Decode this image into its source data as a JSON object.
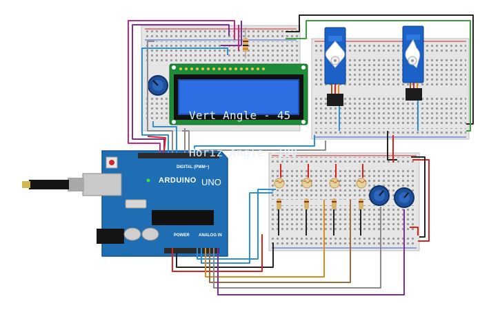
{
  "lcd": {
    "line1": "Vert Angle - 45",
    "line2": "Horiz Angle -180",
    "background_color": "#2d6fe3",
    "text_color": "#e6f2ff"
  },
  "arduino": {
    "brand": "ARDUINO",
    "model": "UNO",
    "digital_label": "DIGITAL (PWM~)",
    "power_label": "POWER",
    "analog_label": "ANALOG IN",
    "board_color": "#1f6db3"
  },
  "components": {
    "breadboards": [
      "breadboard-top-left",
      "breadboard-top-right",
      "breadboard-bottom-right"
    ],
    "servos": 2,
    "photoresistors": 4,
    "potentiometers": 3
  },
  "wire_colors": {
    "red": "#e0201b",
    "black": "#222222",
    "purple": "#7a2c9a",
    "magenta": "#c4287e",
    "blue": "#2a8fd6",
    "green": "#3aa13a",
    "orange": "#e08a1e",
    "brown": "#9a6a3a",
    "gray": "#8a8a8a"
  }
}
